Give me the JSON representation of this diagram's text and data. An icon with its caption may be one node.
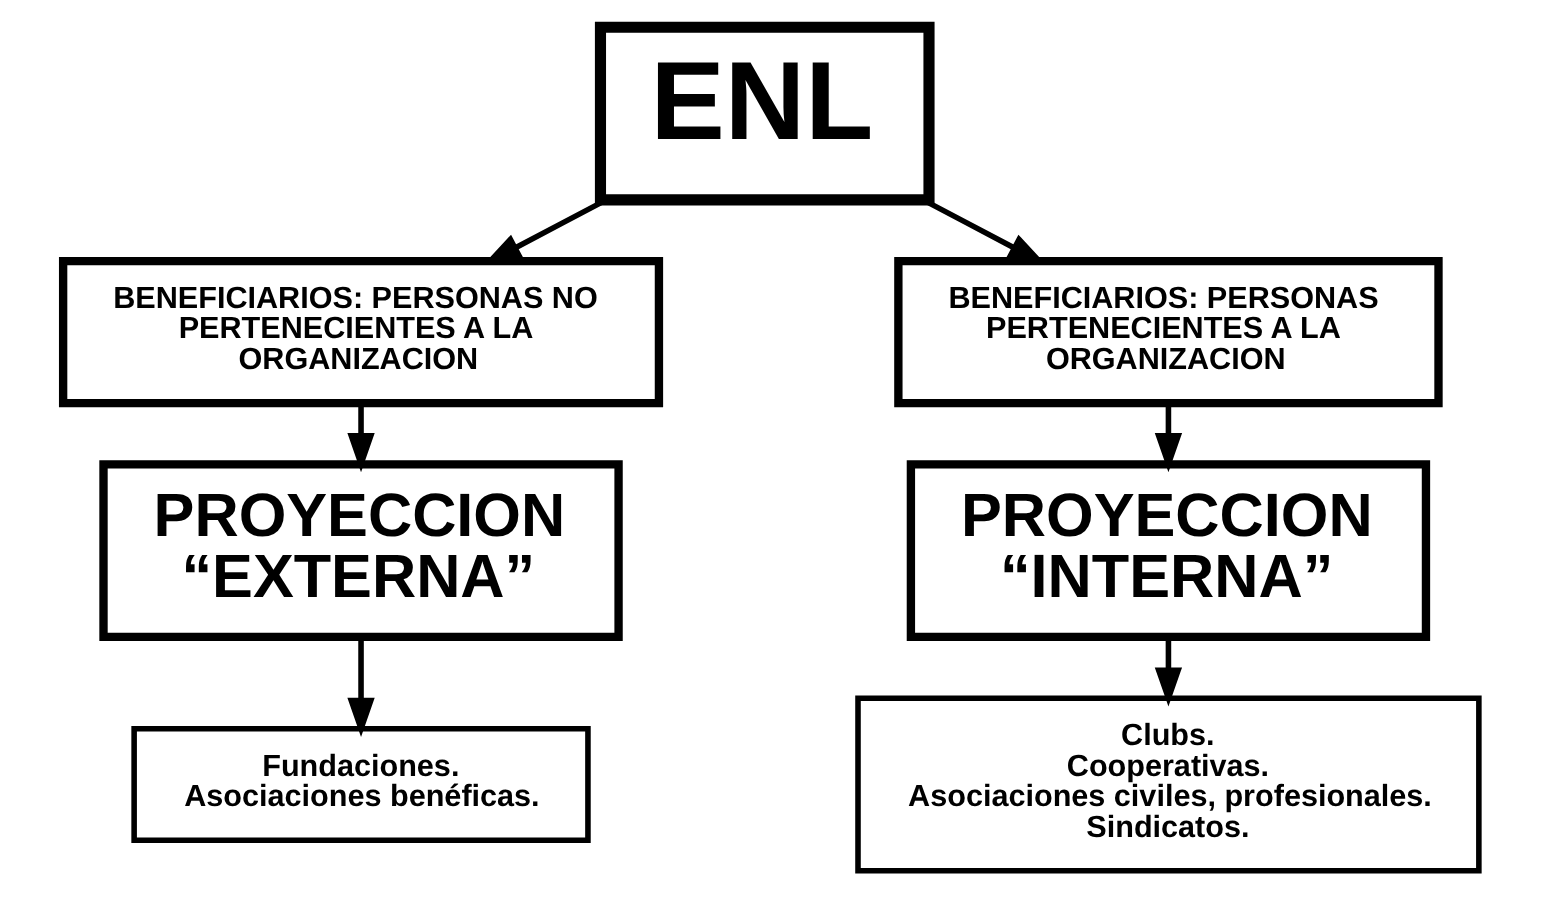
{
  "diagram": {
    "nodes": [
      {
        "text": [
          "ENL"
        ]
      },
      {
        "text": [
          "BENEFICIARIOS: PERSONAS NO PERTENECIENTES A LA ORGANIZACION"
        ]
      },
      {
        "text": [
          "BENEFICIARIOS: PERSONAS PERTENECIENTES A LA ORGANIZACION"
        ]
      },
      {
        "text": [
          "PROYECCION “EXTERNA”"
        ]
      },
      {
        "text": [
          "PROYECCION “INTERNA”"
        ]
      },
      {
        "text": [
          "Fundaciones.",
          "Asociaciones benéficas."
        ]
      },
      {
        "text": [
          "Clubs.",
          "Cooperativas.",
          "Asociaciones civiles, profesionales.",
          "Sindicatos."
        ]
      }
    ],
    "edges": [
      {
        "from": 0,
        "to": 1,
        "arrow": "to"
      },
      {
        "from": 0,
        "to": 2,
        "arrow": "to"
      },
      {
        "from": 1,
        "to": 3,
        "arrow": "to"
      },
      {
        "from": 2,
        "to": 4,
        "arrow": "to"
      },
      {
        "from": 3,
        "to": 5,
        "arrow": "to"
      },
      {
        "from": 4,
        "to": 6,
        "arrow": "to"
      }
    ]
  }
}
